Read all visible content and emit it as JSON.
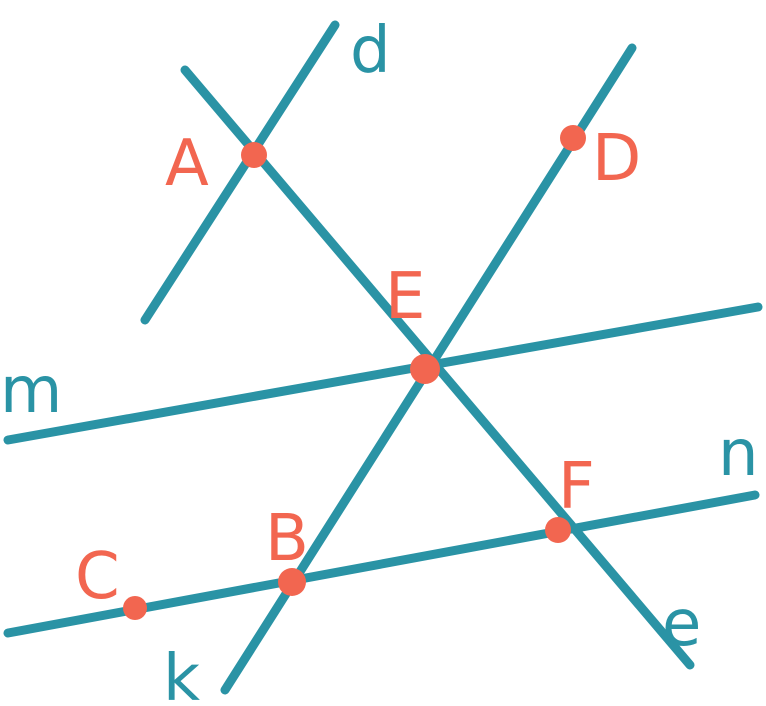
{
  "colors": {
    "line": "#2a93a5",
    "point": "#f26650"
  },
  "lines": {
    "d": "d",
    "e": "e",
    "k": "k",
    "m": "m",
    "n": "n"
  },
  "points": {
    "A": "A",
    "B": "B",
    "C": "C",
    "D": "D",
    "E": "E",
    "F": "F"
  }
}
